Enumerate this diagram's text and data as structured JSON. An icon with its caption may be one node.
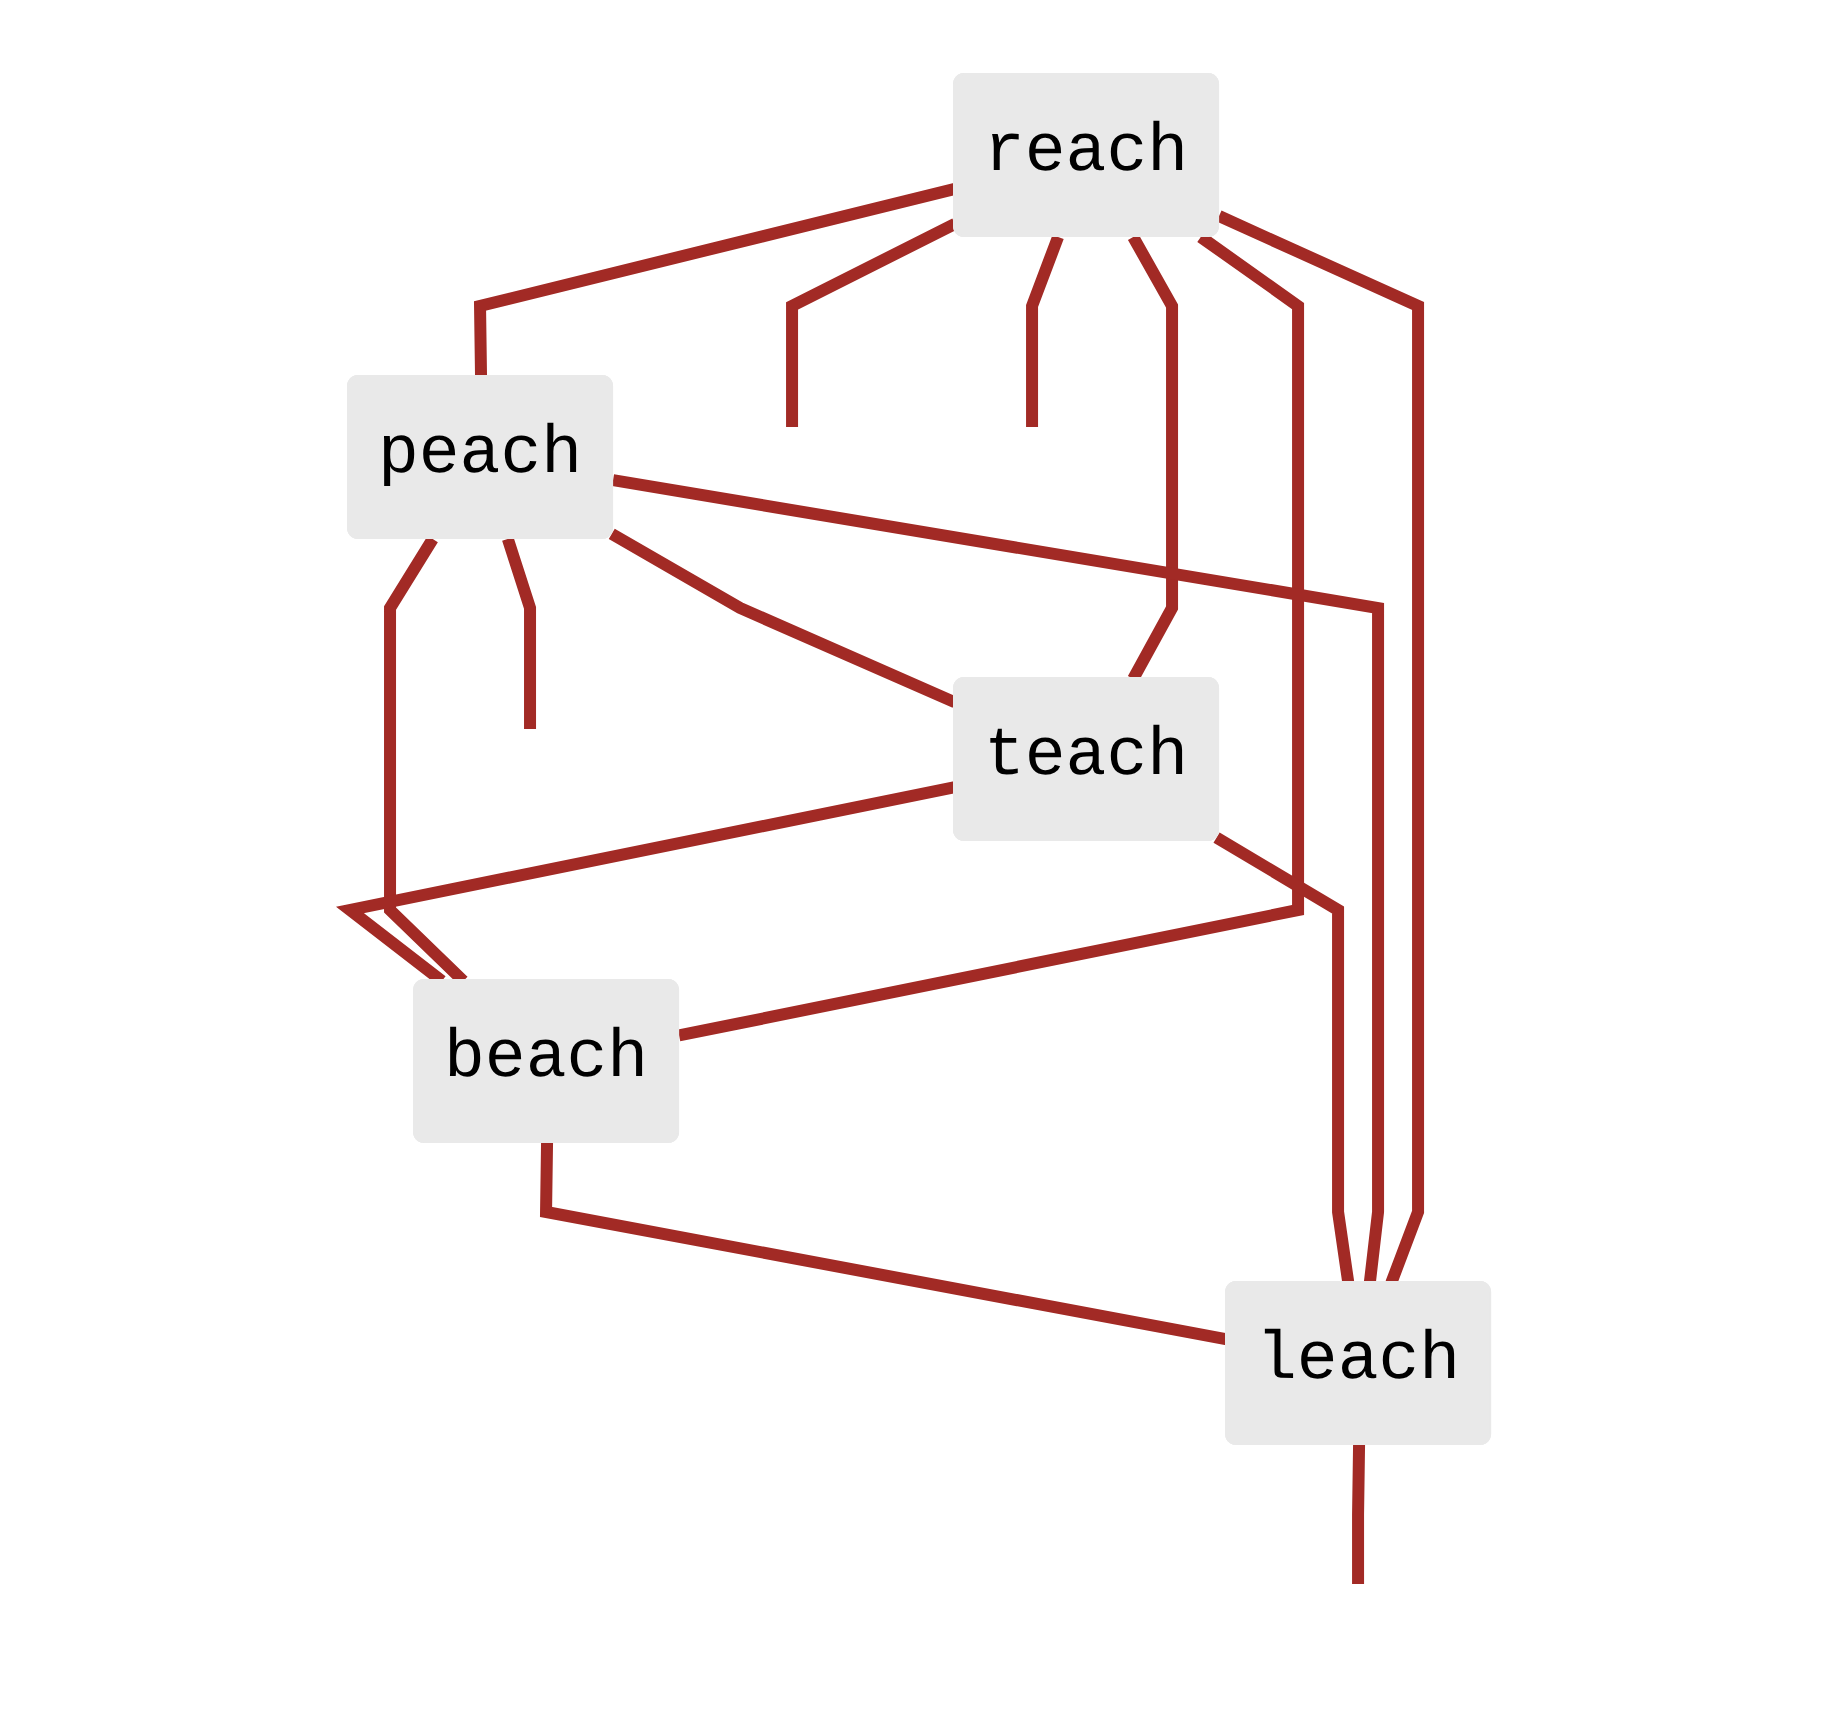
{
  "diagram": {
    "nodes": [
      {
        "text": [
          "reach"
        ]
      },
      {
        "text": [
          "peach"
        ]
      },
      {
        "text": [
          "teach"
        ]
      },
      {
        "text": [
          "beach"
        ]
      },
      {
        "text": [
          "leach"
        ]
      }
    ],
    "edges": [
      {
        "from": 0,
        "to": 1,
        "arrow": "none"
      },
      {
        "from": 0,
        "to": 2,
        "arrow": "none"
      },
      {
        "from": 0,
        "to": 3,
        "arrow": "none"
      },
      {
        "from": 0,
        "to": 4,
        "arrow": "none"
      },
      {
        "from": 1,
        "to": 2,
        "arrow": "none"
      },
      {
        "from": 1,
        "to": 3,
        "arrow": "none"
      },
      {
        "from": 1,
        "to": 4,
        "arrow": "none"
      },
      {
        "from": 2,
        "to": 3,
        "arrow": "none"
      },
      {
        "from": 2,
        "to": 4,
        "arrow": "none"
      },
      {
        "from": 3,
        "to": 4,
        "arrow": "none"
      },
      {
        "from": 0,
        "to": null,
        "arrow": "none"
      },
      {
        "from": 0,
        "to": null,
        "arrow": "none"
      },
      {
        "from": 1,
        "to": null,
        "arrow": "none"
      },
      {
        "from": 4,
        "to": null,
        "arrow": "none"
      }
    ]
  }
}
